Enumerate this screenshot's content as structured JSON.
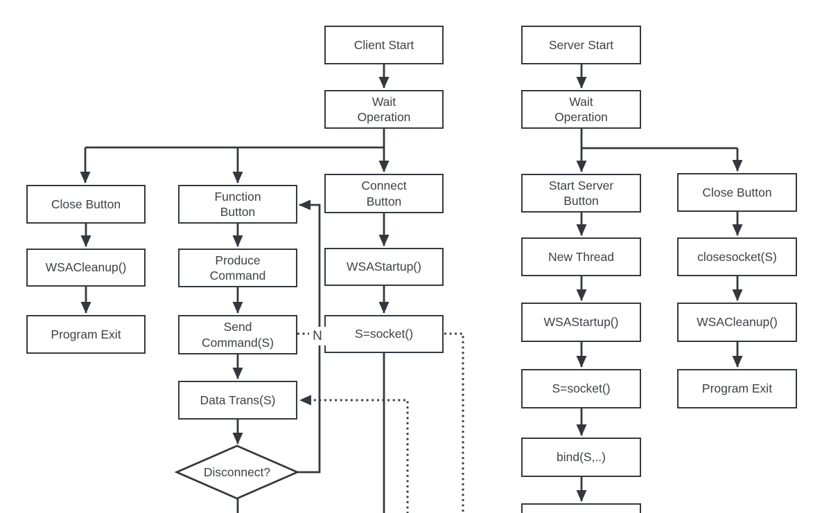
{
  "nodes": {
    "client_start": "Client Start",
    "client_wait_operation": "Wait\nOperation",
    "client_close_button": "Close Button",
    "client_wsacleanup": "WSACleanup()",
    "client_program_exit": "Program Exit",
    "function_button": "Function\nButton",
    "produce_command": "Produce\nCommand",
    "send_command": "Send\nCommand(S)",
    "data_trans": "Data Trans(S)",
    "disconnect_decision": "Disconnect?",
    "connect_button": "Connect\nButton",
    "client_wsastartup": "WSAStartup()",
    "client_socket": "S=socket()",
    "server_start": "Server Start",
    "server_wait_operation": "Wait\nOperation",
    "start_server_button": "Start Server\nButton",
    "new_thread": "New Thread",
    "server_wsastartup": "WSAStartup()",
    "server_socket": "S=socket()",
    "server_bind": "bind(S,..)",
    "server_close_button": "Close Button",
    "server_closesocket": "closesocket(S)",
    "server_wsacleanup": "WSACleanup()",
    "server_program_exit": "Program Exit",
    "server_partial_box": ""
  },
  "edge_labels": {
    "disconnect_no": "N"
  },
  "colors": {
    "line": "#34383e",
    "text": "#3e4145",
    "node_fill": "#ffffff",
    "page_bg": "#ffffff"
  }
}
